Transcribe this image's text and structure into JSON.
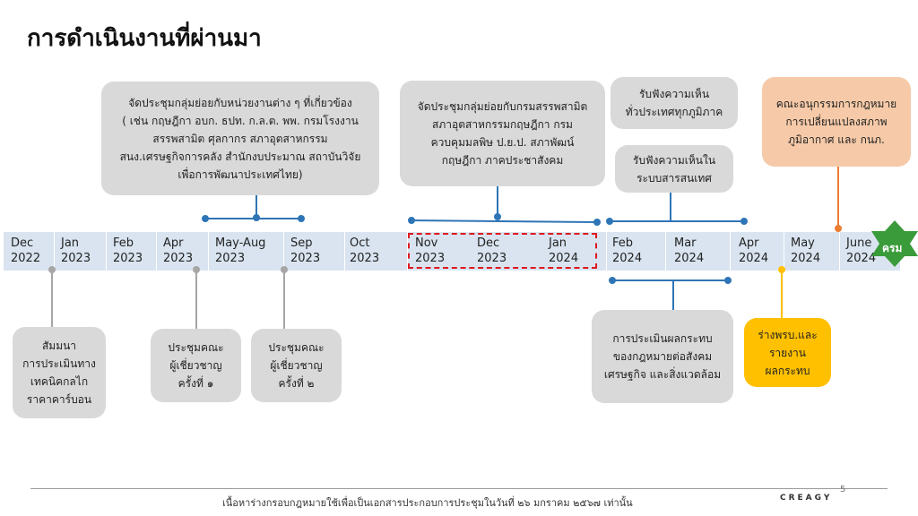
{
  "title": "การดำเนินงานที่ผ่านมา",
  "months": [
    {
      "l1": "Dec",
      "l2": "2022"
    },
    {
      "l1": "Jan",
      "l2": "2023"
    },
    {
      "l1": "Feb",
      "l2": "2023"
    },
    {
      "l1": "Apr",
      "l2": "2023"
    },
    {
      "l1": "May-Aug",
      "l2": "2023"
    },
    {
      "l1": "Sep",
      "l2": "2023"
    },
    {
      "l1": "Oct",
      "l2": "2023"
    },
    {
      "l1": "Nov",
      "l2": "2023"
    },
    {
      "l1": "Dec",
      "l2": "2023"
    },
    {
      "l1": "Jan",
      "l2": "2024"
    },
    {
      "l1": "Feb",
      "l2": "2024"
    },
    {
      "l1": "Mar",
      "l2": "2024"
    },
    {
      "l1": "Apr",
      "l2": "2024"
    },
    {
      "l1": "May",
      "l2": "2024"
    },
    {
      "l1": "June",
      "l2": "2024"
    }
  ],
  "end_marker": "ครม",
  "boxes": {
    "top1": "จัดประชุมกลุ่มย่อยกับหน่วยงานต่าง ๆ ที่เกี่ยวข้อง\n( เช่น กฤษฎีกา อบก. ธปท. ก.ล.ต. พพ. กรมโรงงาน\nสรรพสามิต ศุลกากร สภาอุตสาหกรรม\nสนง.เศรษฐกิจการคลัง สำนักงบประมาณ สถาบันวิจัย\nเพื่อการพัฒนาประเทศไทย)",
    "top2": "จัดประชุมกลุ่มย่อยกับกรมสรรพสามิต\nสภาอุตสาหกรรมกฤษฎีกา กรม\nควบคุมมลพิษ ป.ย.ป. สภาพัฒน์\nกฤษฎีกา ภาคประชาสังคม",
    "top3a": "รับฟังความเห็น\nทั่วประเทศทุกภูมิภาค",
    "top3b": "รับฟังความเห็นใน\nระบบสารสนเทศ",
    "top4": "คณะอนุกรรมการกฎหมาย\nการเปลี่ยนแปลงสภาพ\nภูมิอากาศ และ กนภ.",
    "bot1": "สัมมนา\nการประเมินทาง\nเทคนิคกลไก\nราคาคาร์บอน",
    "bot2": "ประชุมคณะ\nผู้เชี่ยวชาญ\nครั้งที่ ๑",
    "bot3": "ประชุมคณะ\nผู้เชี่ยวชาญ\nครั้งที่ ๒",
    "bot4": "การประเมินผลกระทบ\nของกฎหมายต่อสังคม\nเศรษฐกิจ และสิ่งแวดล้อม",
    "bot5": "ร่างพรบ.และ\nรายงาน\nผลกระทบ"
  },
  "colors": {
    "bar": "#d9e4f0",
    "connector": "#2e75b6",
    "orange": "#ed7d31",
    "yellow": "#ffc000",
    "star": "#3a9b3a",
    "dash": "#e0191e"
  },
  "footer": "เนื้อหาร่างกรอบกฎหมายใช้เพื่อเป็นเอกสารประกอบการประชุมในวันที่ ๒๖ มกราคม ๒๕๖๗ เท่านั้น",
  "brand": "CREAGY",
  "page_number": "5"
}
